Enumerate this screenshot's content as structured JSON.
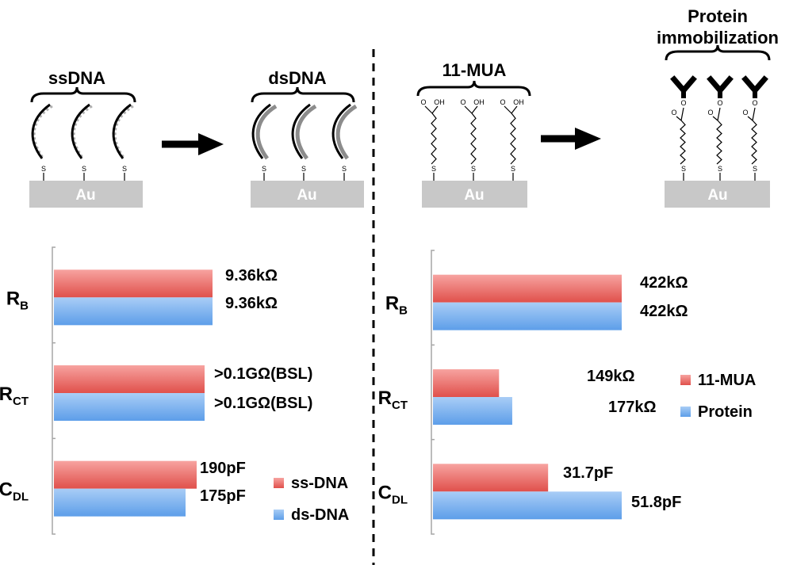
{
  "colors": {
    "red_top": "#f7a3a0",
    "red_bottom": "#e0504b",
    "blue_top": "#a9cdf6",
    "blue_bottom": "#5d9ee9",
    "axis": "#a6a6a6",
    "substrate": "#c8c8c8",
    "ds_strand": "#8c8c8c"
  },
  "schematics": {
    "ssdna_label": "ssDNA",
    "dsdna_label": "dsDNA",
    "mua_label": "11-MUA",
    "protein_label_line1": "Protein",
    "protein_label_line2": "immobilization",
    "gold": "Au",
    "sulfur": "S",
    "hydroxyl": "OH",
    "oxygen": "O"
  },
  "chart_data": [
    {
      "type": "bar",
      "orientation": "horizontal",
      "categories": [
        "R_B",
        "R_CT",
        "C_DL"
      ],
      "category_labels": [
        {
          "main": "R",
          "sub": "B"
        },
        {
          "main": "R",
          "sub": "CT"
        },
        {
          "main": "C",
          "sub": "DL"
        }
      ],
      "series": [
        {
          "name": "ss-DNA",
          "value_labels": [
            "9.36kΩ",
            ">0.1GΩ(BSL)",
            "190pF"
          ],
          "relative_values": [
            1.0,
            0.95,
            0.9
          ]
        },
        {
          "name": "ds-DNA",
          "value_labels": [
            "9.36kΩ",
            ">0.1GΩ(BSL)",
            "175pF"
          ],
          "relative_values": [
            1.0,
            0.95,
            0.83
          ]
        }
      ],
      "legend_position": "bottom-right"
    },
    {
      "type": "bar",
      "orientation": "horizontal",
      "categories": [
        "R_B",
        "R_CT",
        "C_DL"
      ],
      "category_labels": [
        {
          "main": "R",
          "sub": "B"
        },
        {
          "main": "R",
          "sub": "CT"
        },
        {
          "main": "C",
          "sub": "DL"
        }
      ],
      "series": [
        {
          "name": "11-MUA",
          "value_labels": [
            "422kΩ",
            "149kΩ",
            "31.7pF"
          ],
          "relative_values": [
            1.0,
            0.35,
            0.61
          ]
        },
        {
          "name": "Protein",
          "value_labels": [
            "422kΩ",
            "177kΩ",
            "51.8pF"
          ],
          "relative_values": [
            1.0,
            0.42,
            1.0
          ]
        }
      ],
      "legend_position": "middle-right"
    }
  ]
}
